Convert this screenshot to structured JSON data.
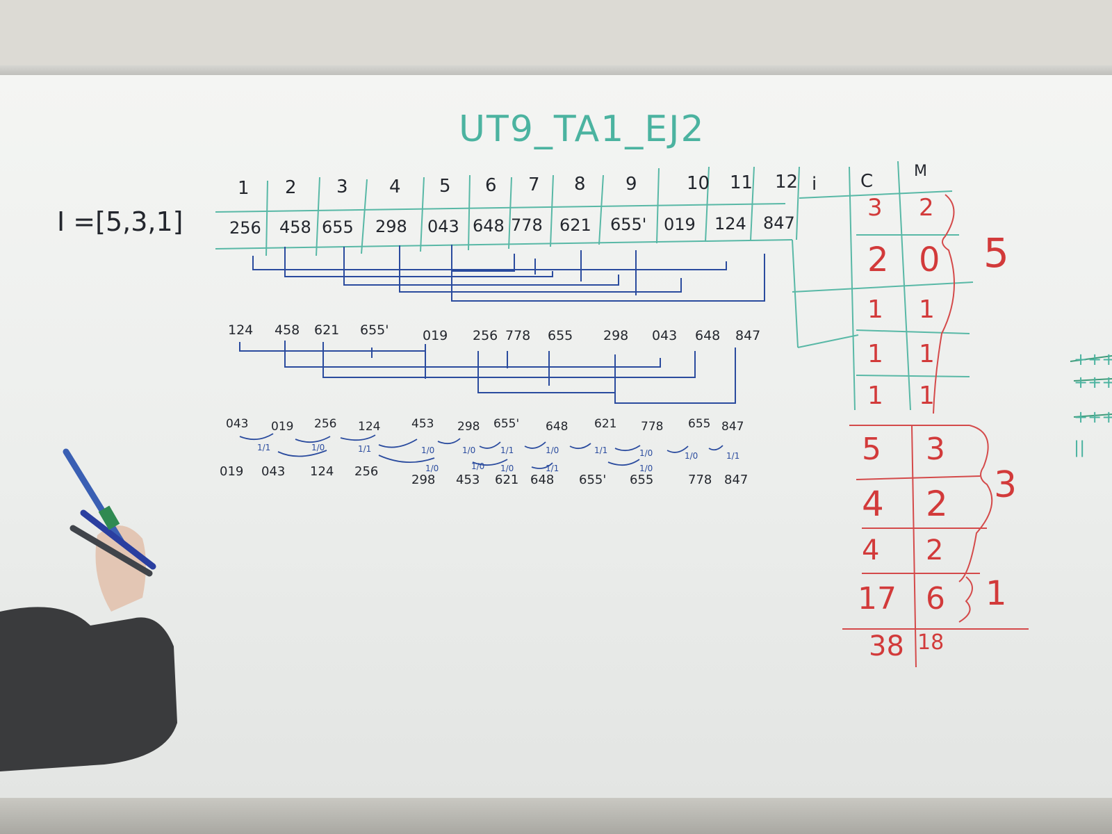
{
  "title": "UT9_TA1_EJ2",
  "increments": "I =[5,3,1]",
  "table": {
    "indices": [
      "1",
      "2",
      "3",
      "4",
      "5",
      "6",
      "7",
      "8",
      "9",
      "10",
      "11",
      "12"
    ],
    "values": [
      "256",
      "458",
      "655",
      "298",
      "043",
      "648",
      "778",
      "621",
      "655'",
      "019",
      "124",
      "847"
    ],
    "col_i": "i",
    "col_c": "C",
    "col_m": "M"
  },
  "pass1": [
    "124",
    "458",
    "621",
    "655'",
    "019",
    "256",
    "778",
    "655",
    "298",
    "043",
    "648",
    "847"
  ],
  "pass2_top": [
    "043",
    "019",
    "256",
    "124",
    "453",
    "298",
    "655'",
    "648",
    "621",
    "778",
    "655",
    "847"
  ],
  "pass2_marks": [
    "1/1",
    "1/0",
    "1/1",
    "1/0",
    "1/0",
    "1/1",
    "1/0",
    "1/1",
    "1/0",
    "1/0",
    "1/1",
    "1/0",
    "1/0",
    "1/0",
    "1/1",
    "1/0"
  ],
  "pass3": [
    "019",
    "043",
    "124",
    "256",
    "298",
    "453",
    "621",
    "648",
    "655'",
    "655",
    "778",
    "847"
  ],
  "cm_rows": [
    {
      "c": "3",
      "m": "2"
    },
    {
      "c": "2",
      "m": "0"
    },
    {
      "c": "1",
      "m": "1"
    },
    {
      "c": "1",
      "m": "1"
    },
    {
      "c": "1",
      "m": "1"
    },
    {
      "c": "5",
      "m": "3"
    },
    {
      "c": "4",
      "m": "2"
    },
    {
      "c": "4",
      "m": "2"
    },
    {
      "c": "17",
      "m": "6"
    }
  ],
  "brace_labels": [
    "5",
    "3",
    "1"
  ],
  "totals": {
    "c": "38",
    "m": "18"
  },
  "tally": [
    "++++",
    "+++",
    "+++",
    "||"
  ]
}
